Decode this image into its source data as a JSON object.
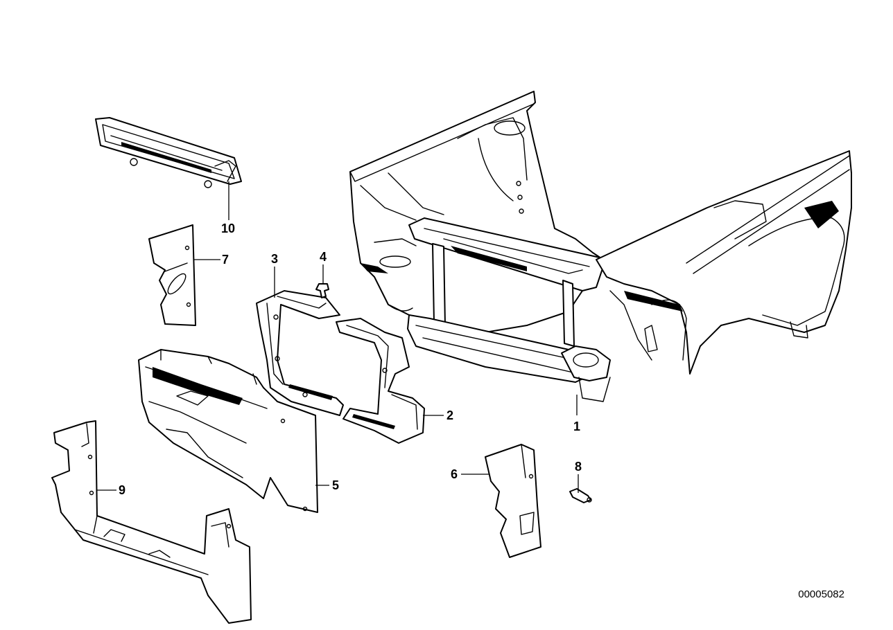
{
  "diagram": {
    "reference_number": "00005082",
    "callouts": [
      {
        "id": "1",
        "label": "1"
      },
      {
        "id": "2",
        "label": "2"
      },
      {
        "id": "3",
        "label": "3"
      },
      {
        "id": "4",
        "label": "4"
      },
      {
        "id": "5",
        "label": "5"
      },
      {
        "id": "6",
        "label": "6"
      },
      {
        "id": "7",
        "label": "7"
      },
      {
        "id": "8",
        "label": "8"
      },
      {
        "id": "9",
        "label": "9"
      },
      {
        "id": "10",
        "label": "10"
      }
    ]
  }
}
